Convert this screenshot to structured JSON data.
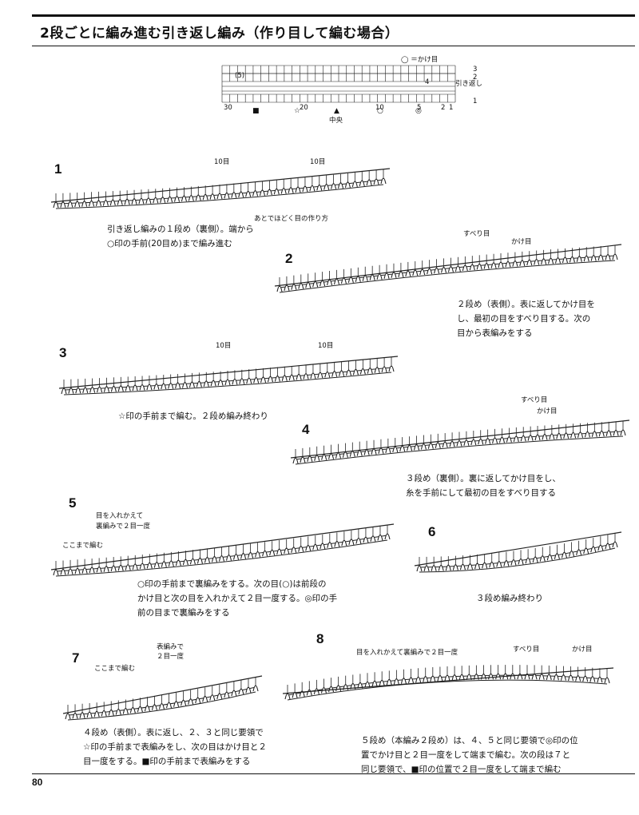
{
  "title": "2段ごとに編み進む引き返し編み（作り目して編む場合）",
  "chart": {
    "legend": "◯ ＝かけ目",
    "right_label": "引き返し",
    "row_numbers": [
      "3",
      "2",
      "1"
    ],
    "left_row_number": "(5)",
    "row4_label": "4",
    "stitch_numbers": [
      "30",
      "20",
      "10",
      "5",
      "2",
      "1"
    ],
    "center_label": "中央"
  },
  "steps": [
    {
      "num": "1",
      "caption": "引き返し編みの１段め（裏側）。端から\n○印の手前(20目め)まで編み進む",
      "labels": [
        "10目",
        "10目",
        "あとでほどく目の作り方"
      ]
    },
    {
      "num": "2",
      "caption": "２段め（表側）。表に返してかけ目を\nし、最初の目をすべり目する。次の\n目から表編みをする",
      "labels": [
        "すべり目",
        "かけ目"
      ]
    },
    {
      "num": "3",
      "caption": "☆印の手前まで編む。２段め編み終わり",
      "labels": [
        "10目",
        "10目"
      ]
    },
    {
      "num": "4",
      "caption": "３段め（裏側）。裏に返してかけ目をし、\n糸を手前にして最初の目をすべり目する",
      "labels": [
        "すべり目",
        "かけ目"
      ]
    },
    {
      "num": "5",
      "caption": "○印の手前まで裏編みをする。次の目(○)は前段の\nかけ目と次の目を入れかえて２目一度する。◎印の手\n前の目まで裏編みをする",
      "labels": [
        "目を入れかえて\n裏編みで２目一度",
        "ここまで編む"
      ]
    },
    {
      "num": "6",
      "caption": "３段め編み終わり",
      "labels": []
    },
    {
      "num": "7",
      "caption": "４段め（表側）。表に返し、２、３と同じ要領で\n☆印の手前まで表編みをし、次の目はかけ目と２\n目一度をする。■印の手前まで表編みをする",
      "labels": [
        "表編みで\n２目一度",
        "ここまで編む"
      ]
    },
    {
      "num": "8",
      "caption": "５段め（本編み２段め）は、４、５と同じ要領で◎印の位\n置でかけ目と２目一度をして端まで編む。次の段は７と\n同じ要領で、■印の位置で２目一度をして端まで編む",
      "labels": [
        "目を入れかえて裏編みで２目一度",
        "すべり目",
        "かけ目"
      ]
    }
  ],
  "page_number": "80"
}
